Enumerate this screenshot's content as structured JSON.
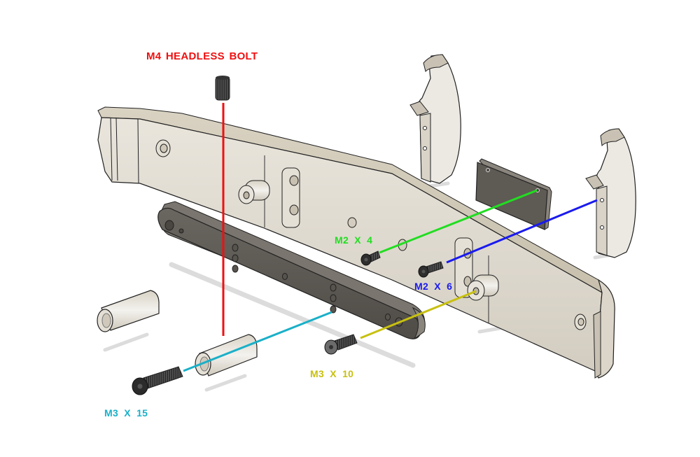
{
  "diagram": {
    "type": "exploded-assembly",
    "parts": [
      {
        "id": "front-bumper",
        "name": "Front bumper body",
        "color": "#e2ddd3"
      },
      {
        "id": "bumper-mount-plate",
        "name": "Mount plate (dark)",
        "color": "#5c5853"
      },
      {
        "id": "left-hook-bracket",
        "name": "Left hook bracket",
        "color": "#e6e2da"
      },
      {
        "id": "right-hook-bracket",
        "name": "Right hook bracket",
        "color": "#e6e2da"
      },
      {
        "id": "license-plate",
        "name": "Small plate",
        "color": "#5c5853"
      },
      {
        "id": "spacer-left",
        "name": "Spacer tube",
        "color": "#e6e2da"
      },
      {
        "id": "spacer-center",
        "name": "Spacer tube",
        "color": "#e6e2da"
      }
    ],
    "fasteners": [
      {
        "id": "m4-headless-bolt",
        "label": "M4 HEADLESS BOLT",
        "color": "#ee1111"
      },
      {
        "id": "m2x4",
        "label": "M2  X  4",
        "color": "#22dd22"
      },
      {
        "id": "m2x6",
        "label": "M2  X  6",
        "color": "#1a1aee"
      },
      {
        "id": "m3x10",
        "label": "M3  X  10",
        "color": "#c8c010"
      },
      {
        "id": "m3x15",
        "label": "M3  X  15",
        "color": "#1ab0c8"
      }
    ]
  }
}
